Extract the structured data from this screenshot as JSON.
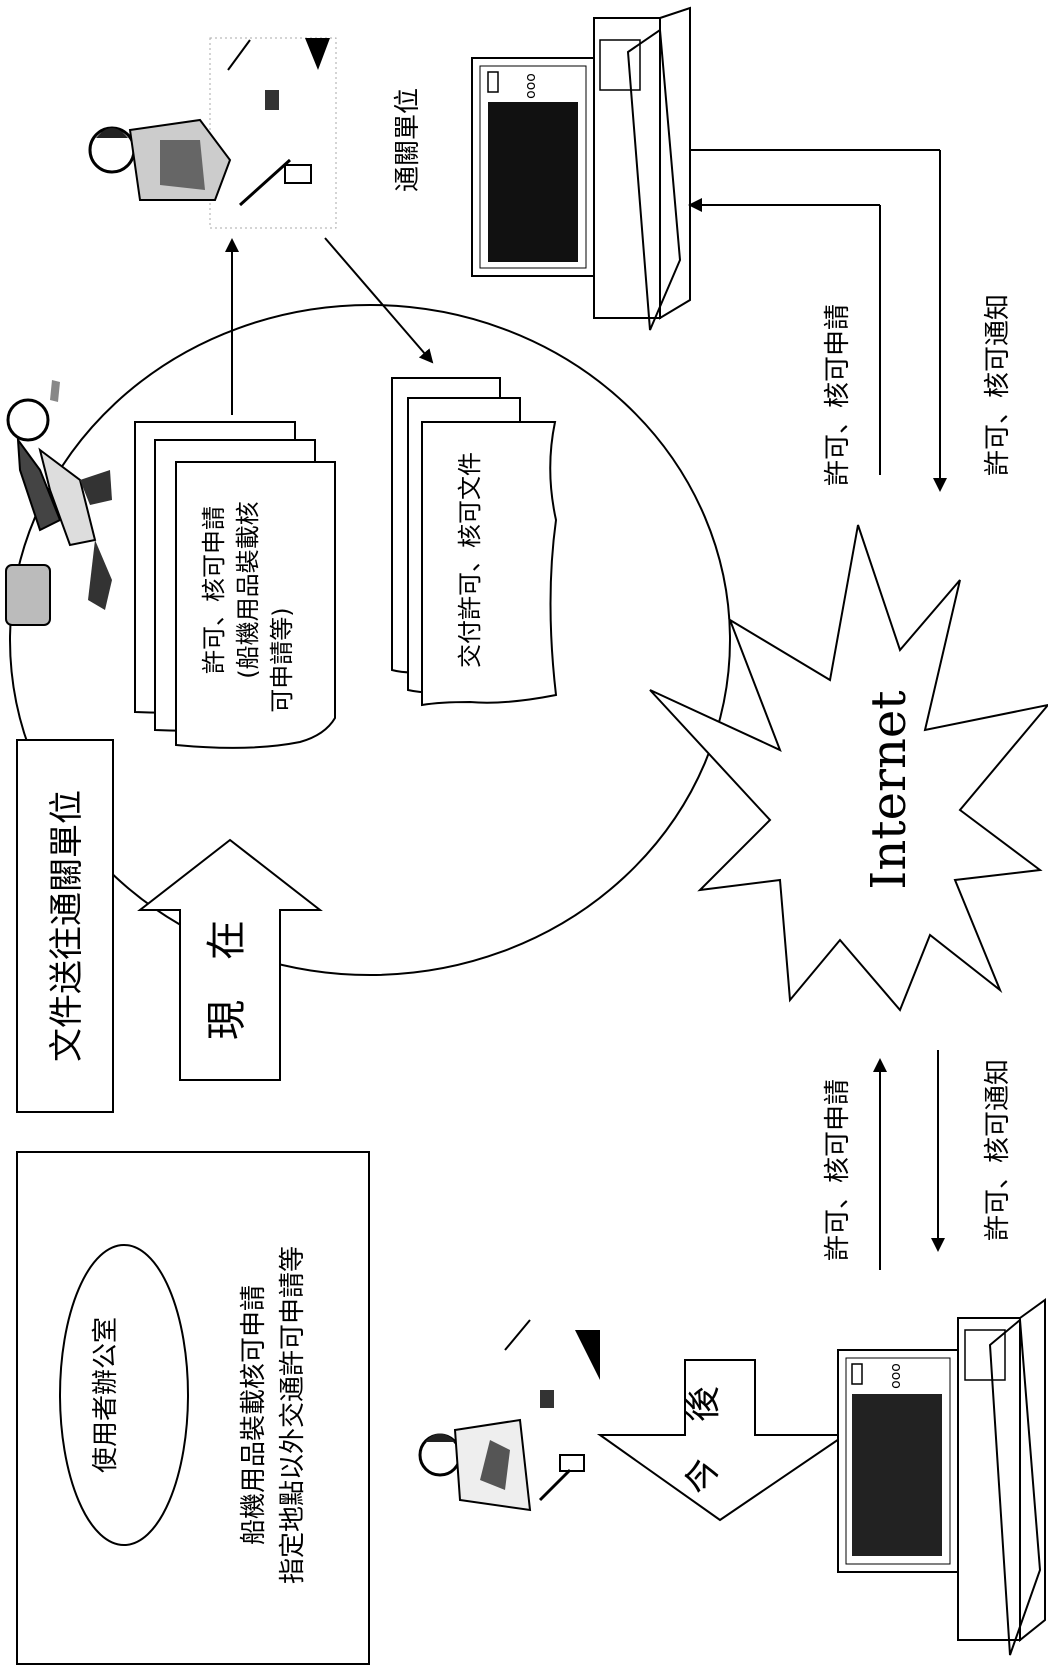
{
  "office_box": {
    "title": "使用者辦公室",
    "line1": "船機用品裝載核可申請",
    "line2": "指定地點以外交通許可申請等"
  },
  "send_docs_box": {
    "label": "文件送往通關單位"
  },
  "now_arrow": {
    "label": "現　在"
  },
  "future_arrow": {
    "label": "今　後"
  },
  "application_docs": {
    "line1": "許可、核可申請",
    "line2": "(船機用品裝載核",
    "line3": "可申請等)"
  },
  "delivery_docs": {
    "label": "交付許可、核可文件"
  },
  "customs_unit": {
    "label": "通關單位"
  },
  "internet": {
    "label": "Internet"
  },
  "arrows": {
    "left_request": "許可、核可申請",
    "left_notice": "許可、核可通知",
    "right_request": "許可、核可申請",
    "right_notice": "許可、核可通知"
  },
  "computer": {
    "buttons": "ooo"
  }
}
